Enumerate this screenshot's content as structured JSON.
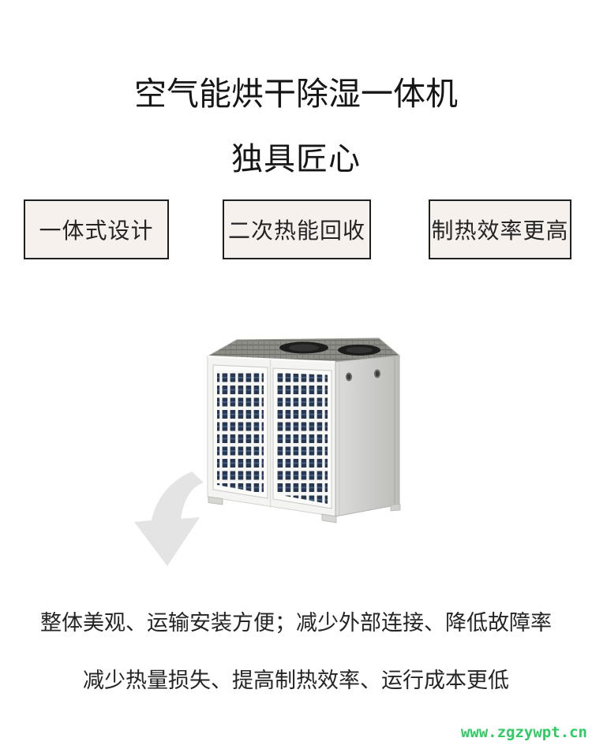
{
  "header": {
    "title": "空气能烘干除湿一体机",
    "subtitle": "独具匠心"
  },
  "features": [
    {
      "label": "一体式设计"
    },
    {
      "label": "二次热能回收"
    },
    {
      "label": "制热效率更高"
    }
  ],
  "illustration": {
    "machine_icon": "heat-pump-unit",
    "arrow_icon": "curved-down-arrow"
  },
  "descriptions": [
    "整体美观、运输安装方便；减少外部连接、降低故障率",
    "减少热量损失、提高制热效率、运行成本更低"
  ],
  "watermark": {
    "text": "www.zgzywpt.cn"
  },
  "colors": {
    "background": "#ffffff",
    "text": "#1c1c1c",
    "feature_box_bg": "#f7f1ee",
    "feature_box_border": "#1f1f1f",
    "grille_navy": "#26374f",
    "machine_front": "#f4f4f2",
    "machine_side": "#c9c9c6",
    "machine_top": "#8e8e88",
    "arrow_gray": "#e4e4e4",
    "watermark_green": "#2fcc63"
  }
}
